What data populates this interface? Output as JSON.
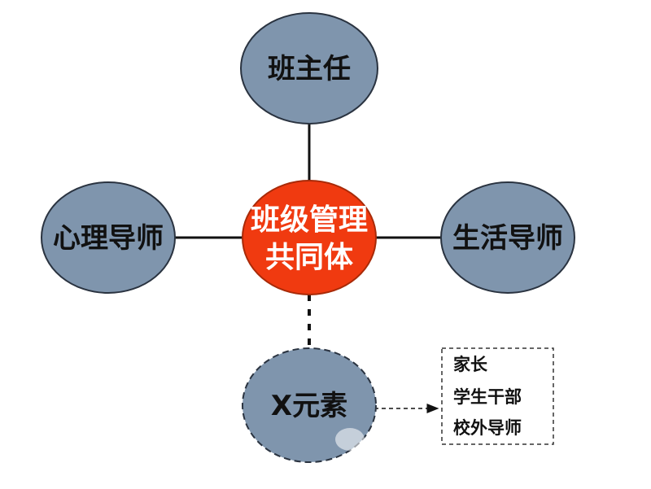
{
  "colors": {
    "node_fill": "#7f95ad",
    "node_stroke": "#2a3340",
    "center_fill": "#f03a10",
    "center_stroke": "#a82a08",
    "line": "#111111"
  },
  "nodes": {
    "top": {
      "label": "班主任"
    },
    "left": {
      "label": "心理导师"
    },
    "right": {
      "label": "生活导师"
    },
    "center": {
      "line1": "班级管理",
      "line2": "共同体"
    },
    "bottom": {
      "label": "X元素"
    }
  },
  "list": {
    "items": [
      "家长",
      "学生干部",
      "校外导师"
    ]
  }
}
